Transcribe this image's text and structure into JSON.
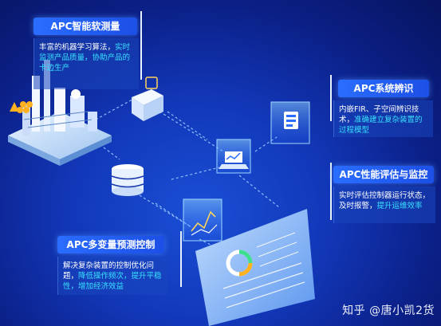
{
  "panels": {
    "soft_sensor": {
      "title": "APC智能软测量",
      "body_plain": "丰富的机器学习算法，",
      "body_highlight": "实时监测产品质量，协助产品的卡边生产"
    },
    "system_id": {
      "title": "APC系统辨识",
      "body_plain": "内嵌FIR、子空间辨识技术，",
      "body_highlight": "准确建立复杂装置的过程模型"
    },
    "performance": {
      "title": "APC性能评估与监控",
      "body_plain": "实时评估控制器运行状态，及时报警，",
      "body_highlight": "提升运维效率"
    },
    "mpc": {
      "title": "APC多变量预测控制",
      "body_plain": "解决复杂装置的控制优化问题，",
      "body_highlight": "降低操作频次，提升平稳性，增加经济效益"
    }
  },
  "watermark": "知乎 @唐小凯2货",
  "colors": {
    "title_bg": "#2a6dff",
    "highlight_text": "#38e1ff",
    "background_center": "#1a4fd6",
    "background_edge": "#07145f"
  },
  "icons": [
    "factory-icon",
    "database-icon",
    "server-box-icon",
    "laptop-chart-icon",
    "control-screen-icon",
    "monitor-icon",
    "dashboard-panel-icon"
  ]
}
